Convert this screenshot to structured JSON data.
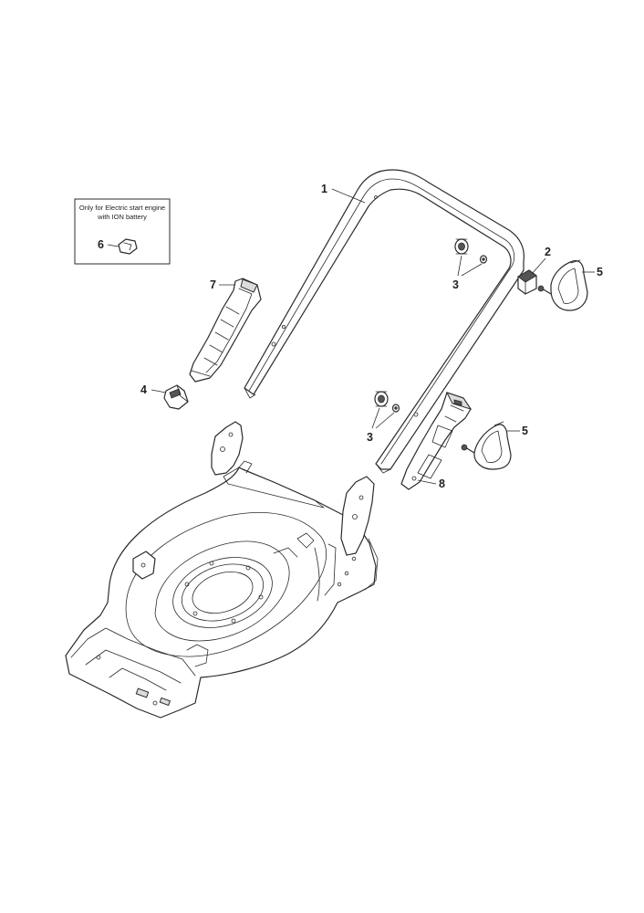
{
  "callouts": {
    "c1": "1",
    "c2": "2",
    "c3a": "3",
    "c3b": "3",
    "c4": "4",
    "c5a": "5",
    "c5b": "5",
    "c6": "6",
    "c7": "7",
    "c8": "8"
  },
  "note_box": {
    "line1": "Only for Electric start engine",
    "line2": "with ION battery"
  }
}
